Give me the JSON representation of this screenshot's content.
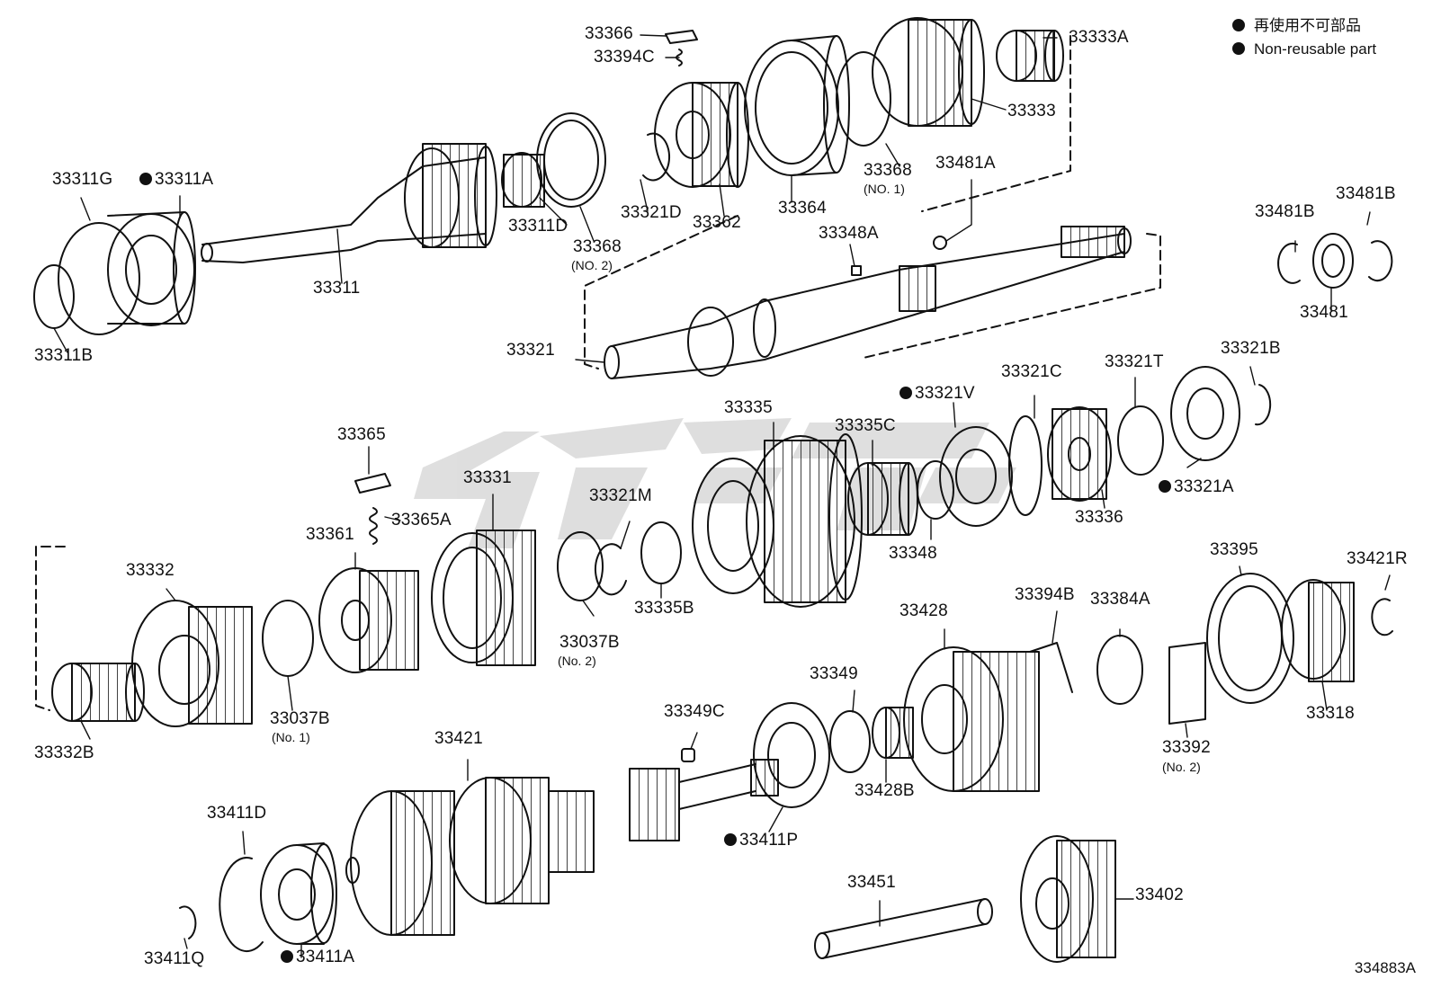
{
  "legend": {
    "items": [
      {
        "text": "再使用不可部品"
      },
      {
        "text": "Non-reusable part"
      }
    ]
  },
  "diagram_code": "334883A",
  "parts": [
    {
      "id": "p33366",
      "text": "33366",
      "nonreusable": false
    },
    {
      "id": "p33394C",
      "text": "33394C",
      "nonreusable": false
    },
    {
      "id": "p33333A",
      "text": "33333A",
      "nonreusable": false
    },
    {
      "id": "p33333",
      "text": "33333",
      "nonreusable": false
    },
    {
      "id": "p33311G",
      "text": "33311G",
      "nonreusable": false
    },
    {
      "id": "p33311A",
      "text": "33311A",
      "nonreusable": true
    },
    {
      "id": "p33311D",
      "text": "33311D",
      "nonreusable": false
    },
    {
      "id": "p33321D",
      "text": "33321D",
      "nonreusable": false
    },
    {
      "id": "p33362",
      "text": "33362",
      "nonreusable": false
    },
    {
      "id": "p33364",
      "text": "33364",
      "nonreusable": false
    },
    {
      "id": "p33368a",
      "text": "33368",
      "nonreusable": false
    },
    {
      "id": "p33481A",
      "text": "33481A",
      "nonreusable": false
    },
    {
      "id": "p33368b",
      "text": "33368",
      "nonreusable": false
    },
    {
      "id": "p33311",
      "text": "33311",
      "nonreusable": false
    },
    {
      "id": "p33348A",
      "text": "33348A",
      "nonreusable": false
    },
    {
      "id": "p33481Ba",
      "text": "33481B",
      "nonreusable": false
    },
    {
      "id": "p33481Bb",
      "text": "33481B",
      "nonreusable": false
    },
    {
      "id": "p33481",
      "text": "33481",
      "nonreusable": false
    },
    {
      "id": "p33311B",
      "text": "33311B",
      "nonreusable": false
    },
    {
      "id": "p33321",
      "text": "33321",
      "nonreusable": false
    },
    {
      "id": "p33321B",
      "text": "33321B",
      "nonreusable": false
    },
    {
      "id": "p33321T",
      "text": "33321T",
      "nonreusable": false
    },
    {
      "id": "p33321C",
      "text": "33321C",
      "nonreusable": false
    },
    {
      "id": "p33321V",
      "text": "33321V",
      "nonreusable": true
    },
    {
      "id": "p33335",
      "text": "33335",
      "nonreusable": false
    },
    {
      "id": "p33335C",
      "text": "33335C",
      "nonreusable": false
    },
    {
      "id": "p33365",
      "text": "33365",
      "nonreusable": false
    },
    {
      "id": "p33331",
      "text": "33331",
      "nonreusable": false
    },
    {
      "id": "p33321M",
      "text": "33321M",
      "nonreusable": false
    },
    {
      "id": "p33321A",
      "text": "33321A",
      "nonreusable": true
    },
    {
      "id": "p33336",
      "text": "33336",
      "nonreusable": false
    },
    {
      "id": "p33365A",
      "text": "33365A",
      "nonreusable": false
    },
    {
      "id": "p33361",
      "text": "33361",
      "nonreusable": false
    },
    {
      "id": "p33348",
      "text": "33348",
      "nonreusable": false
    },
    {
      "id": "p33395",
      "text": "33395",
      "nonreusable": false
    },
    {
      "id": "p33421R",
      "text": "33421R",
      "nonreusable": false
    },
    {
      "id": "p33332",
      "text": "33332",
      "nonreusable": false
    },
    {
      "id": "p33428",
      "text": "33428",
      "nonreusable": false
    },
    {
      "id": "p33394B",
      "text": "33394B",
      "nonreusable": false
    },
    {
      "id": "p33384A",
      "text": "33384A",
      "nonreusable": false
    },
    {
      "id": "p33335B",
      "text": "33335B",
      "nonreusable": false
    },
    {
      "id": "p33037Ba",
      "text": "33037B",
      "nonreusable": false
    },
    {
      "id": "p33349",
      "text": "33349",
      "nonreusable": false
    },
    {
      "id": "p33037Bb",
      "text": "33037B",
      "nonreusable": false
    },
    {
      "id": "p33318",
      "text": "33318",
      "nonreusable": false
    },
    {
      "id": "p33349C",
      "text": "33349C",
      "nonreusable": false
    },
    {
      "id": "p33421",
      "text": "33421",
      "nonreusable": false
    },
    {
      "id": "p33392",
      "text": "33392",
      "nonreusable": false
    },
    {
      "id": "p33332B",
      "text": "33332B",
      "nonreusable": false
    },
    {
      "id": "p33428B",
      "text": "33428B",
      "nonreusable": false
    },
    {
      "id": "p33411D",
      "text": "33411D",
      "nonreusable": false
    },
    {
      "id": "p33411P",
      "text": "33411P",
      "nonreusable": true
    },
    {
      "id": "p33451",
      "text": "33451",
      "nonreusable": false
    },
    {
      "id": "p33402",
      "text": "33402",
      "nonreusable": false
    },
    {
      "id": "p33411Q",
      "text": "33411Q",
      "nonreusable": false
    },
    {
      "id": "p33411A",
      "text": "33411A",
      "nonreusable": true
    }
  ],
  "sublabels": [
    {
      "id": "s_no1_33368",
      "text": "(NO. 1)"
    },
    {
      "id": "s_no2_33368",
      "text": "(NO. 2)"
    },
    {
      "id": "s_no2_33037B",
      "text": "(No. 2)"
    },
    {
      "id": "s_no1_33037B",
      "text": "(No. 1)"
    },
    {
      "id": "s_no2_33392",
      "text": "(No. 2)"
    }
  ]
}
